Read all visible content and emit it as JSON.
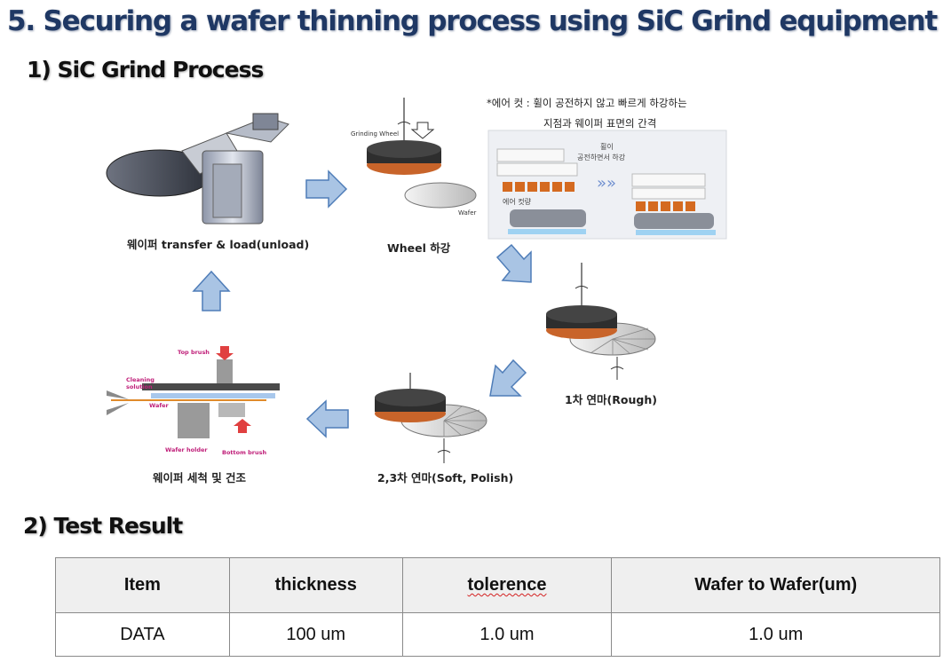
{
  "title": "5. Securing a wafer thinning process using SiC Grind equipment",
  "section1": "1) SiC Grind Process",
  "section2": "2) Test Result",
  "process": {
    "load_caption": "웨이퍼 transfer & load(unload)",
    "wheel_caption": "Wheel 하강",
    "grinding_wheel_label": "Grinding Wheel",
    "wafer_label": "Wafer",
    "rough_caption": "1차 연마(Rough)",
    "polish_caption": "2,3차 연마(Soft, Polish)",
    "clean_caption": "웨이퍼 세척 및 건조",
    "clean_labels": {
      "top_brush": "Top brush",
      "cleaning_solution_1": "Cleaning",
      "cleaning_solution_2": "solution",
      "wafer": "Wafer",
      "wafer_holder": "Wafer holder",
      "bottom_brush": "Bottom brush"
    },
    "aircut_note_line1": "*에어 컷 : 휠이 공전하지 않고 빠르게 하강하는",
    "aircut_note_line2": "지점과 웨이퍼 표면의 간격",
    "inset": {
      "wheel_label": "휠이",
      "action_label": "공전하면서 하강",
      "aircut_label": "에어 컷량"
    }
  },
  "colors": {
    "title": "#1f3864",
    "arrow_fill": "#a9c4e4",
    "arrow_stroke": "#4f7db8",
    "wheel_body": "#2e2e2e",
    "wheel_segments": "#c8642a",
    "table_header_bg": "#efefef"
  },
  "table": {
    "headers": [
      "Item",
      "thickness",
      "tolerence",
      "Wafer to Wafer(um)"
    ],
    "rows": [
      [
        "DATA",
        "100 um",
        "1.0 um",
        "1.0 um"
      ]
    ]
  }
}
